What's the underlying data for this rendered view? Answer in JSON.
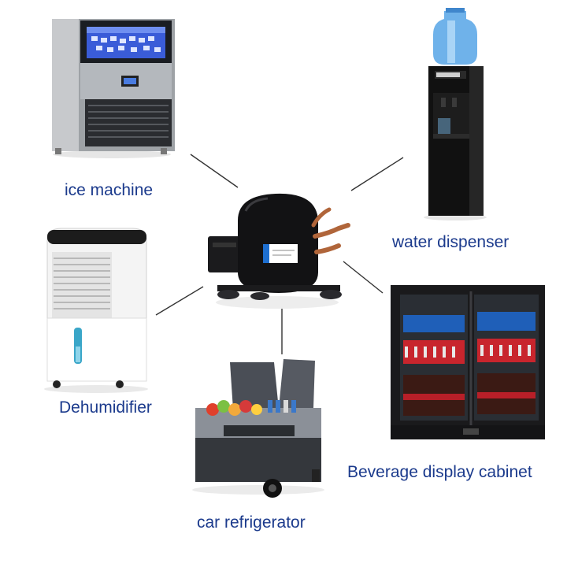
{
  "diagram": {
    "center": {
      "icon": "compressor-icon"
    },
    "items": [
      {
        "key": "ice_machine",
        "label": "ice machine",
        "icon": "ice-machine-icon"
      },
      {
        "key": "water_dispenser",
        "label": "water dispenser",
        "icon": "water-dispenser-icon"
      },
      {
        "key": "dehumidifier",
        "label": "Dehumidifier",
        "icon": "dehumidifier-icon"
      },
      {
        "key": "beverage_cabinet",
        "label": "Beverage display cabinet",
        "icon": "beverage-cabinet-icon"
      },
      {
        "key": "car_refrigerator",
        "label": "car refrigerator",
        "icon": "car-refrigerator-icon"
      }
    ],
    "colors": {
      "label": "#1b3a8c",
      "connector": "#333333"
    }
  }
}
